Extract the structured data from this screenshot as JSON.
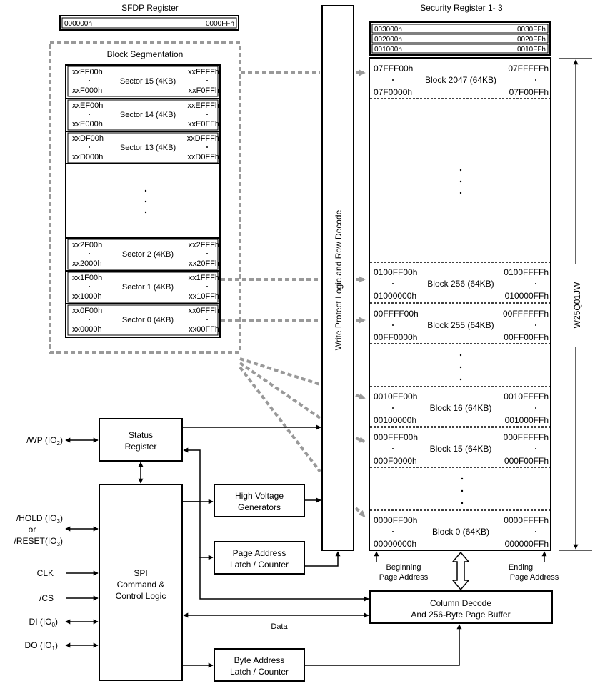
{
  "sfdp": {
    "title": "SFDP Register",
    "start": "000000h",
    "end": "0000FFh"
  },
  "security": {
    "title": "Security Register 1- 3",
    "rows": [
      {
        "start": "003000h",
        "end": "0030FFh"
      },
      {
        "start": "002000h",
        "end": "0020FFh"
      },
      {
        "start": "001000h",
        "end": "0010FFh"
      }
    ]
  },
  "block_segmentation": {
    "title": "Block Segmentation",
    "sectors": [
      {
        "name": "Sector 15 (4KB)",
        "tl": "xxFF00h",
        "tr": "xxFFFFh",
        "bl": "xxF000h",
        "br": "xxF0FFh"
      },
      {
        "name": "Sector 14 (4KB)",
        "tl": "xxEF00h",
        "tr": "xxEFFFh",
        "bl": "xxE000h",
        "br": "xxE0FFh"
      },
      {
        "name": "Sector 13 (4KB)",
        "tl": "xxDF00h",
        "tr": "xxDFFFh",
        "bl": "xxD000h",
        "br": "xxD0FFh"
      },
      {
        "name": "Sector 2 (4KB)",
        "tl": "xx2F00h",
        "tr": "xx2FFFh",
        "bl": "xx2000h",
        "br": "xx20FFh"
      },
      {
        "name": "Sector 1 (4KB)",
        "tl": "xx1F00h",
        "tr": "xx1FFFh",
        "bl": "xx1000h",
        "br": "xx10FFh"
      },
      {
        "name": "Sector 0 (4KB)",
        "tl": "xx0F00h",
        "tr": "xx0FFFh",
        "bl": "xx0000h",
        "br": "xx00FFh"
      }
    ]
  },
  "memory_blocks": [
    {
      "name": "Block 2047 (64KB)",
      "tl": "07FFF00h",
      "tr": "07FFFFFh",
      "bl": "07F0000h",
      "br": "07F00FFh"
    },
    {
      "name": "Block 256 (64KB)",
      "tl": "0100FF00h",
      "tr": "0100FFFFh",
      "bl": "01000000h",
      "br": "010000FFh"
    },
    {
      "name": "Block 255 (64KB)",
      "tl": "00FFFF00h",
      "tr": "00FFFFFFh",
      "bl": "00FF0000h",
      "br": "00FF00FFh"
    },
    {
      "name": "Block 16 (64KB)",
      "tl": "0010FF00h",
      "tr": "0010FFFFh",
      "bl": "00100000h",
      "br": "001000FFh"
    },
    {
      "name": "Block 15 (64KB)",
      "tl": "000FFF00h",
      "tr": "000FFFFFh",
      "bl": "000F0000h",
      "br": "000F00FFh"
    },
    {
      "name": "Block 0 (64KB)",
      "tl": "0000FF00h",
      "tr": "0000FFFFh",
      "bl": "00000000h",
      "br": "000000FFh"
    }
  ],
  "chip_name": "W25Q01JW",
  "write_protect": "Write Protect Logic and Row Decode",
  "status_register": [
    "Status",
    "Register"
  ],
  "high_voltage": [
    "High Voltage",
    "Generators"
  ],
  "page_address_latch": [
    "Page Address",
    "Latch / Counter"
  ],
  "byte_address_latch": [
    "Byte Address",
    "Latch / Counter"
  ],
  "spi_logic": [
    "SPI",
    "Command &",
    "Control Logic"
  ],
  "column_decode": [
    "Column Decode",
    "And 256-Byte Page Buffer"
  ],
  "beginning_page_address": [
    "Beginning",
    "Page Address"
  ],
  "ending_page_address": [
    "Ending",
    "Page Address"
  ],
  "data_label": "Data",
  "pins": {
    "wp": {
      "main": "/WP (IO",
      "sub": "2",
      "tail": ")"
    },
    "hold": {
      "main": "/HOLD (IO",
      "sub": "3",
      "tail": ")"
    },
    "or": "or",
    "reset": {
      "main": "/RESET(IO",
      "sub": "3",
      "tail": ")"
    },
    "clk": "CLK",
    "cs": "/CS",
    "di": {
      "main": "DI (IO",
      "sub": "0",
      "tail": ")"
    },
    "do": {
      "main": "DO (IO",
      "sub": "1",
      "tail": ")"
    }
  }
}
